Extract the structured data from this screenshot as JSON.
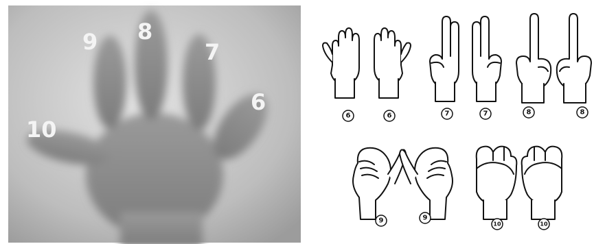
{
  "photo": {
    "finger_labels": [
      "9",
      "8",
      "7",
      "6",
      "10"
    ]
  },
  "illustration": {
    "top_row": [
      "6",
      "6",
      "7",
      "7",
      "8",
      "8"
    ],
    "bottom_row": [
      "9",
      "9",
      "10",
      "10"
    ]
  }
}
